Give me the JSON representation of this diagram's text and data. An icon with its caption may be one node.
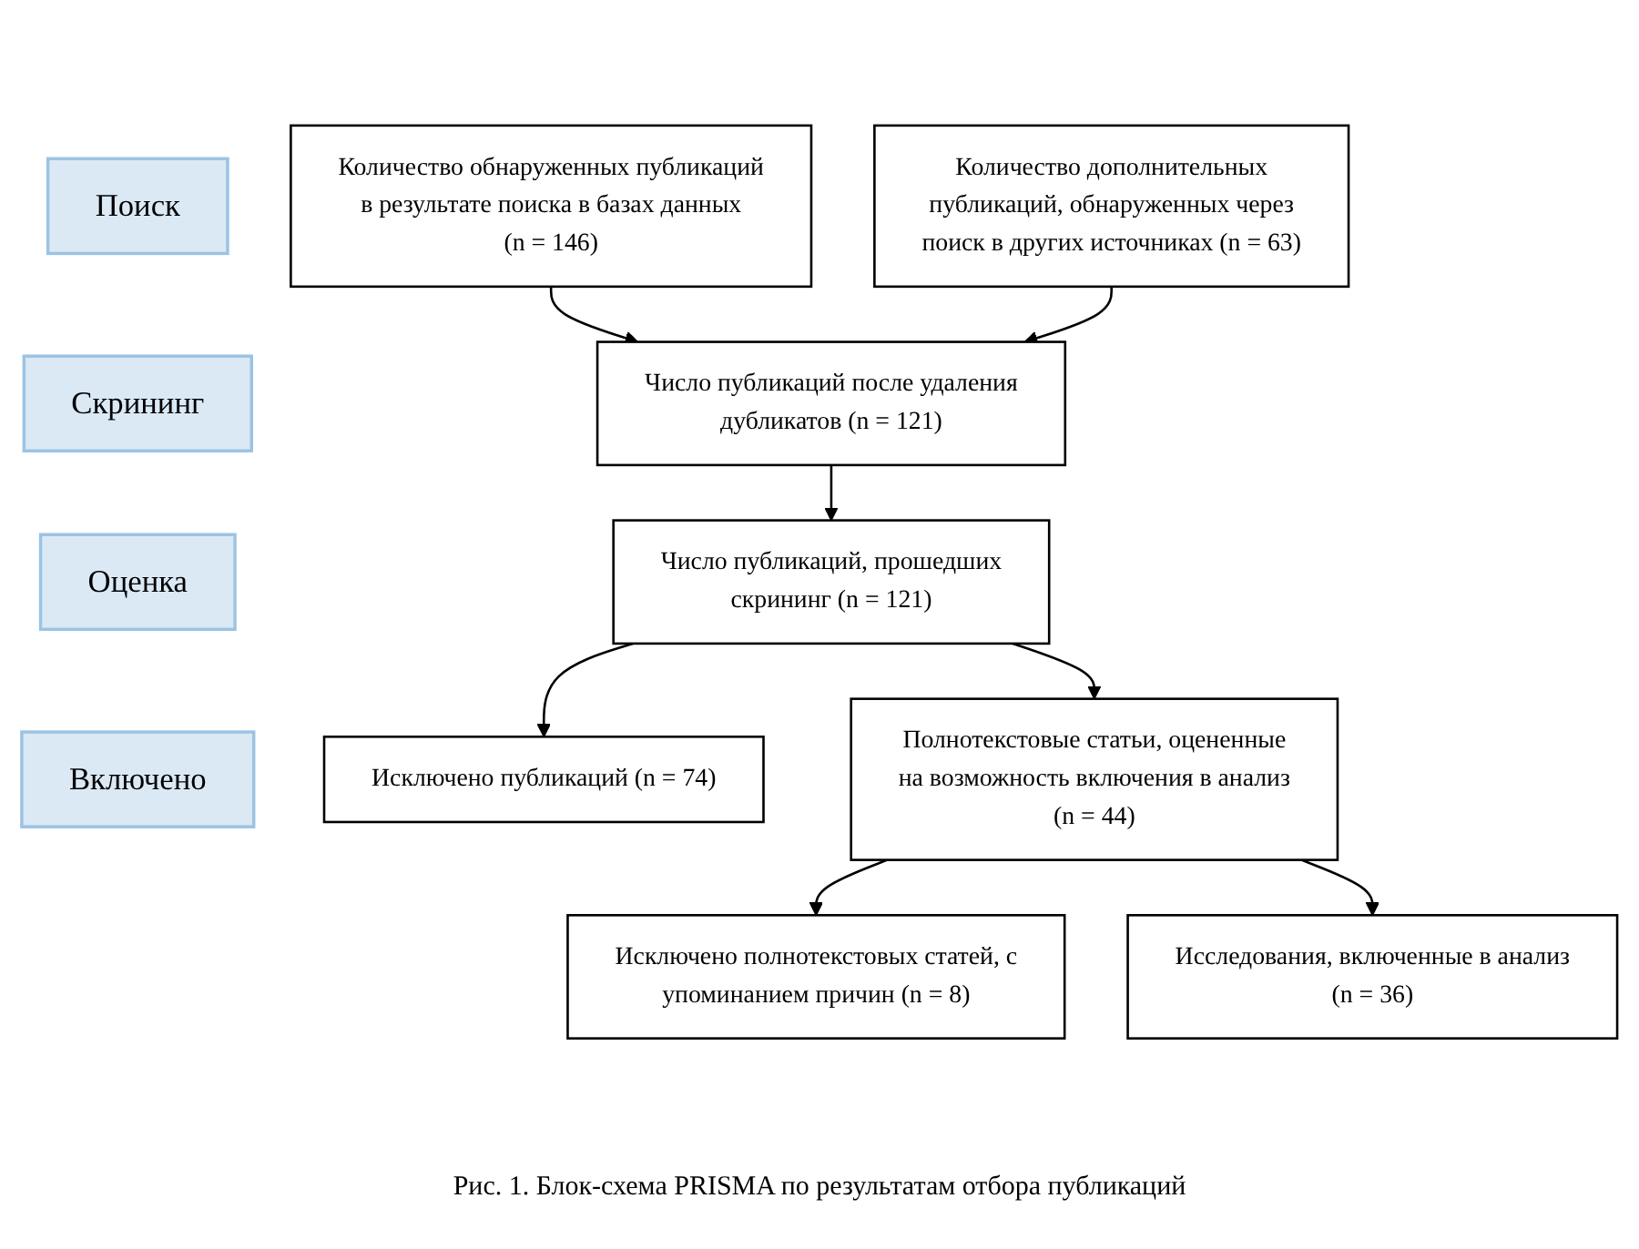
{
  "diagram": {
    "caption": "Рис. 1. Блок-схема PRISMA по результатам отбора публикаций",
    "nodes": [
      {
        "text": [
          "Поиск"
        ]
      },
      {
        "text": [
          "Скрининг"
        ]
      },
      {
        "text": [
          "Оценка"
        ]
      },
      {
        "text": [
          "Включено"
        ]
      },
      {
        "text": [
          "Количество обнаруженных публикаций в результате поиска в базах данных (n = 146)"
        ]
      },
      {
        "text": [
          "Количество дополнительных публикаций, обнаруженных через поиск в других источниках (n = 63)"
        ]
      },
      {
        "text": [
          "Число публикаций после удаления дубликатов (n = 121)"
        ]
      },
      {
        "text": [
          "Число публикаций, прошедших скрининг (n = 121)"
        ]
      },
      {
        "text": [
          "Исключено публикаций (n = 74)"
        ]
      },
      {
        "text": [
          "Полнотекстовые статьи, оцененные на возможность включения в анализ (n = 44)"
        ]
      },
      {
        "text": [
          "Исключено полнотекстовых статей, с упоминанием причин (n = 8)"
        ]
      },
      {
        "text": [
          "Исследования, включенные в анализ (n = 36)"
        ]
      }
    ],
    "edges": [
      {
        "from": 4,
        "to": 6,
        "arrow": "to"
      },
      {
        "from": 5,
        "to": 6,
        "arrow": "to"
      },
      {
        "from": 6,
        "to": 7,
        "arrow": "to"
      },
      {
        "from": 7,
        "to": 8,
        "arrow": "to"
      },
      {
        "from": 7,
        "to": 9,
        "arrow": "to"
      },
      {
        "from": 9,
        "to": 10,
        "arrow": "to"
      },
      {
        "from": 9,
        "to": 11,
        "arrow": "to"
      }
    ]
  }
}
